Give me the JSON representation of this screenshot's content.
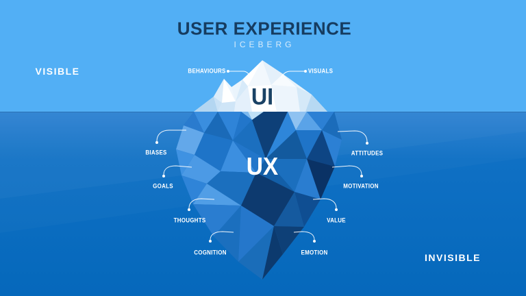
{
  "page": {
    "title_main": "USER EXPERIENCE",
    "title_sub": "ICEBERG"
  },
  "zones": {
    "visible": "VISIBLE",
    "invisible": "INVISIBLE"
  },
  "iceberg": {
    "above": "UI",
    "below": "UX"
  },
  "labels": {
    "behaviours": "BEHAVIOURS",
    "visuals": "VISUALS",
    "biases": "BIASES",
    "goals": "GOALS",
    "thoughts": "THOUGHTS",
    "cognition": "COGNITION",
    "attitudes": "ATTITUDES",
    "motivation": "MOTIVATION",
    "value": "VALUE",
    "emotion": "EMOTION"
  },
  "colors": {
    "sky": "#52aff5",
    "water_top": "#2b80d1",
    "water_bottom": "#0568bb",
    "title_navy": "#163c60",
    "iceberg_white": "#ffffff",
    "iceberg_dark_navy": "#0e4078",
    "label_white": "#ffffff"
  }
}
